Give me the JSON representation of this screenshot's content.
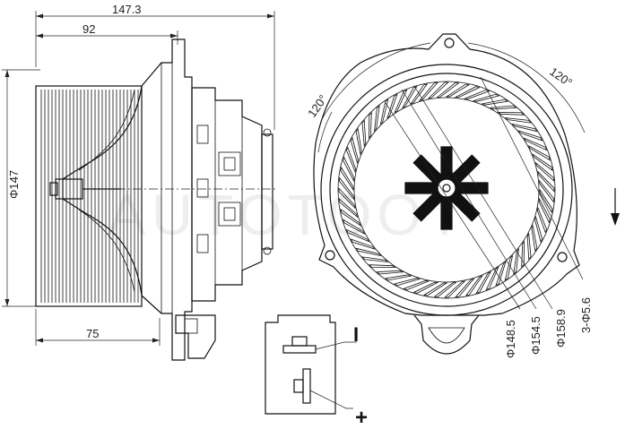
{
  "dimensions": {
    "overall_length": "147.3",
    "housing_length": "92",
    "diameter": "Φ147",
    "shaft_length": "75"
  },
  "front_view": {
    "angle_left": "120°",
    "angle_right": "120°",
    "hole_callout": "3-Φ5.6",
    "dia_outer": "Φ158.9",
    "dia_mid": "Φ154.5",
    "dia_inner": "Φ148.5"
  },
  "connector": {
    "negative_label": "I",
    "positive_label": "+"
  },
  "watermark": "AUTOTOOT"
}
